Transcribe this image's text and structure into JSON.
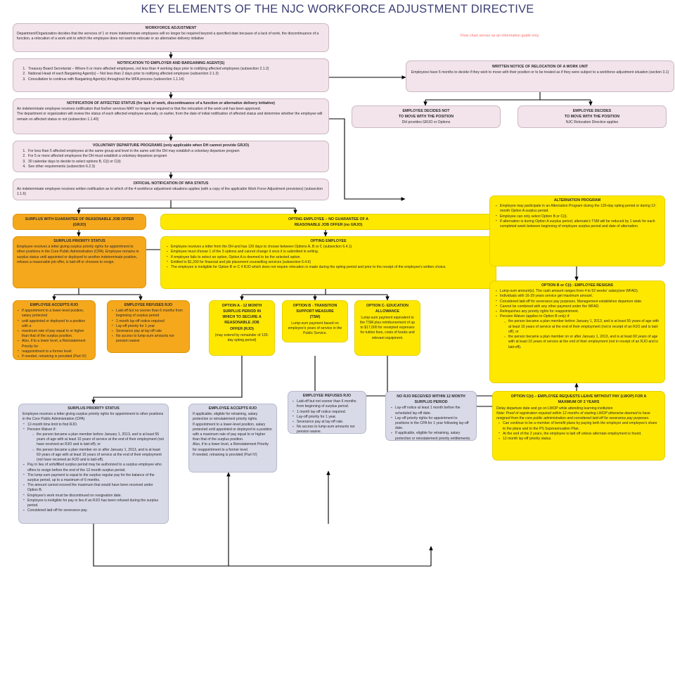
{
  "title": "KEY ELEMENTS OF THE NJC WORKFORCE ADJUSTMENT DIRECTIVE",
  "note": "Flow chart serves as an information guide only.",
  "colors": {
    "title": "#3b3f73",
    "note": "#ff6b6b",
    "pink": "#f2e4ea",
    "lavender": "#d8dae8",
    "yellow": "#ffe800",
    "orange": "#f5a81c",
    "connector": "#000000"
  },
  "nodes": {
    "workforce_adjustment": {
      "header": "WORKFORCE ADJUSTMENT",
      "body": "Department/Organization decides that the services of 1 or more indeterminate employees will no longer be required beyond a specified date because of a lack of work, the discontinuance of a function, a relocation of a work unit to which the employee does not want to relocate or an alternative delivery initiative"
    },
    "notification_employer": {
      "header": "NOTIFICATION TO EMPLOYER AND BARGAINING AGENT(S)",
      "items": [
        "Treasury Board Secretariat – Where 6 or more affected employees, not less than 4 working days prior to notifying affected employees (subsection 2.1.2)",
        "National Head of each Bargaining Agent(s) – Not less than 2 days prior to notifying affected employee (subsection 2.1.3)",
        "Consultation to continue with Bargaining Agent(s) throughout the WFA process (subsection 1.1.14)"
      ]
    },
    "notification_affected": {
      "header": "NOTIFICATION OF AFFECTED STATUS (for lack of work, discontinuance of a function or alternative delivery initiative)",
      "para1": "An indeterminate employee receives notification that his/her services MAY no longer be required or that the relocation of the work unit has been approved.",
      "para2": "The department or organization will review the status of each affected employee annually, or earlier, from the date of initial notification of affected status and determine whether the employee will remain on affected status or not (subsection 1.1.40)"
    },
    "voluntary_departure": {
      "header": "VOLUNTARY DEPARTURE PROGRAMS (only applicable when DH cannot provide GRJO)",
      "items": [
        "For less than 5 affected employees at the same group and level in the same unit the DH may establish a voluntary departure program",
        "For 5 or more affected employees the DH must establish a voluntary departure program",
        "30 calendar days to decide to select options B, C(i) or C(ii)",
        "See other requirements (subsection 6.2.3)"
      ]
    },
    "official_notification": {
      "header": "OFFICIAL NOTIFICATION OF WFA STATUS",
      "body": "An indeterminate employee receives written notification as to which of the 4 workforce adjustment situations applies (with a copy of the applicable Work Force Adjustment provisions) (subsection 1.1.6)"
    },
    "written_notice_relocation": {
      "header": "WRITTEN NOTICE OF RELOCATION OF A WORK UNIT",
      "body": "Employees have 6 months to decide if they wish to move with their position or to be treated as if they were subject to a  workforce adjustment situation (section 3.1)"
    },
    "employee_not_move": {
      "header_lines": [
        "EMPLOYEE DECIDES NOT",
        "TO MOVE WITH THE POSITION"
      ],
      "body": "DH provides GRJO or Options"
    },
    "employee_move": {
      "header_lines": [
        "EMPLOYEE DECIDES",
        "TO MOVE WITH THE POSITION"
      ],
      "body": "NJC Relocation Directive applies"
    },
    "surplus_grjo": {
      "header_lines": [
        "SURPLUS WITH GUARANTEE OF REASONABLE JOB OFFER",
        "(GRJO)"
      ]
    },
    "opting_no_grjo": {
      "header_lines": [
        "OPTING EMPLOYEE – NO GUARANTEE OF A",
        "REASONABLE JOB OFFER (no GRJO)"
      ]
    },
    "surplus_priority_status_top": {
      "header": "SURPLUS PRIORITY STATUS",
      "body": "Employee receives a letter giving surplus priority rights for appointment to other positions in the Core Public Administration (CPA). Employee remains in surplus status until appointed or deployed to another indeterminate position, refuses a reasonable job offer, is laid-off or chooses to resign."
    },
    "opting_employee": {
      "header": "OPTING EMPLOYEE",
      "items": [
        "Employee receives a letter from the DH and has 120 days to choose between Options A, B or C (subsection 6.4.1)",
        "Employee must choose 1 of the 3 options and cannot change it once it is submitted in writing.",
        "If employee fails to select an option, Option A is deemed to be the selected option.",
        "Entitled to $1,200 for financial and job placement counselling services (subsection 6.4.6)",
        "The employee is ineligible for Option B or C if RJO which does not require relocation is made during the opting period and prior to the receipt of the employee's written choice."
      ]
    },
    "alternation_program": {
      "header": "ALTERNATION PROGRAM",
      "items": [
        "Employee may participate in an Alternation Program during the 120-day opting period or during 12-month Option A surplus period.",
        "Employee can only select Option B or C(i).",
        "If alternation is during Option A surplus period, alternate's TSM will be reduced by 1 week for each completed week between beginning of employee surplus period and date of alternation."
      ]
    },
    "option_b_resigns": {
      "header": "OPTION B or C(i) - EMPLOYEE RESIGNS",
      "items": [
        "Lump-sum amount(s). The cash amount ranges from 4 to 52 weeks' salary(see WFAD).",
        "Individuals with 16-29 years service get maximum amount.",
        "Considered laid-off for severance pay purposes. Management establishes departure date.",
        "Cannot be combined with any other payment under the WFAD.",
        "Relinquishes any priority rights for reappointment.",
        "Pension Waiver (applies to Option B only) if:"
      ],
      "subitems": [
        "the person became a plan member before January 1, 2013, and is at least 55 years of age with at least 10 years of service at the end of their employment (not in receipt of an RJO and is laid-off); or",
        "the person became a plan member on or after January 1, 2013, and is at least 60 years of age with at least 10 years of service at the end of their employment (not in receipt of an RJO and is laid-off)."
      ]
    },
    "employee_accepts_rjo_top": {
      "header": "EMPLOYEE ACCEPTS RJO",
      "items": [
        "If appointment to a lower-level position, salary protected",
        "until appointed or deployed to a position with a",
        "maximum rate of pay equal to or higher than that of the surplus position.",
        "Also, if to a lower level, a Reinstatement Priority for",
        "reappointment to a former level.",
        "If needed, retraining is provided (Part IV)"
      ]
    },
    "employee_refuses_rjo_top": {
      "header": "EMPLOYEE REFUSES RJO",
      "items": [
        "Laid-off but no sooner than 6 months from beginning of surplus period",
        "1 month lay-off notice required",
        "Lay-off priority for 1 year",
        "Severance pay at lay-off rate",
        "No access to lump-sum amounts nor pension waiver"
      ]
    },
    "option_a": {
      "header_lines": [
        "OPTION A - 12 MONTH",
        "SURPLUS PERIOD IN",
        "WHICH TO SECURE A",
        "REASONABLE JOB",
        "OFFER (RJO)"
      ],
      "body": "(may extend by remainder of 120-day opting period)"
    },
    "option_b": {
      "header_lines": [
        "OPTION B - TRANSITION",
        "SUPPORT MEASURE",
        "(TSM)"
      ],
      "body": "Lump-sum payment based on employee's years of service in the Public Service."
    },
    "option_c": {
      "header_lines": [
        "OPTION C- EDUCATION",
        "ALLOWANCE"
      ],
      "body": "Lump-sum payment equivalent to the TSM plus reimbursement of up to $17,000 for receipted expenses for tuition fees, costs of books and relevant equipment."
    },
    "surplus_priority_status_bottom": {
      "header": "SURPLUS PRIORITY STATUS",
      "intro": "Employee receives a letter giving surplus priority rights for appointment to other positions in the Core Public Administration (CPA)",
      "items": [
        "12-month time limit to find RJO.",
        "Pension Waiver if:"
      ],
      "subitems": [
        "the person became a plan member before January 1, 2013, and is at least 55 years of age with at least 10 years of service at the end of their employment (not have received an RJO and is laid-off); or",
        "the person became a plan member on or after January 1, 2013, and is at least 60 years of age with at least 10 years of service at the end of their employment (not have received an RJO and is laid-off)."
      ],
      "items2": [
        "Pay in lieu of unfulfilled surplus period may be authorized to a surplus employee who offers to resign before the end of the 12-month surplus period.",
        "The lump-sum payment is equal to the surplus regular pay for the balance of the surplus period, up to a maximum of 6 months.",
        "The amount cannot exceed the maximum that would have been received under Option B.",
        "Employee's work must be discontinued on resignation date.",
        "Employee is ineligible for pay in lieu if an RJO has been refused during the surplus period.",
        "Considered laid-off for severance pay."
      ]
    },
    "employee_accepts_rjo_bottom": {
      "header": "EMPLOYEE ACCEPTS RJO",
      "items": [
        "If applicable, eligible for retraining, salary protection or reinstatement priority rights.",
        "If appointment to a lower-level position, salary protected until appointed or deployed to a position with a maximum rate of pay equal to or higher than that of the surplus position.",
        "Also, if to a lower level, a Reinstatement Priority for reappointment to a former level.",
        "If needed, retraining is provided (Part IV)"
      ]
    },
    "employee_refuses_rjo_bottom": {
      "header": "EMPLOYEE REFUSES RJO",
      "items": [
        "Laid-off but not sooner than 6 months from beginning of surplus period.",
        "1 month lay-off notice required.",
        "Lay-off priority for 1 year.",
        "Severance pay at lay-off rate.",
        "No access to lump-sum amounts nor pension waiver."
      ]
    },
    "no_rjo_received": {
      "header_lines": [
        "NO RJO RECEIVED WITHIN 12 MONTH",
        "SURPLUS PERIOD"
      ],
      "items": [
        "Lay-off notice at least 1 month before the scheduled lay-off date.",
        "Lay-off priority rights for appointment to positions in the CPA for 1 year following lay-off date.",
        "If applicable, eligible for retraining, salary protection or reinstatement priority entitlements."
      ]
    },
    "option_cii_lwop": {
      "header_lines": [
        "OPTION C(ii) – EMPLOYEE REQUESTS LEAVE WITHOUT PAY (LWOP) FOR A",
        "MAXIMUM OF 2 YEARS"
      ],
      "intro": "Delay departure date and go on LWOP while attending learning institution",
      "note_italic": "Note: Proof of registration required within 12 months of starting LWOP otherwise deemed to have resigned from the core public administration and considered laid-off for severance pay purposes.",
      "items": [
        "Can continue to be a member of benefit plans by paying both the employer and employee's share to the plans and to the PS Superannuation Plan.",
        "At the end of the 2 years, the employee is laid off unless alternate employment is found.",
        "12 month lay-off priority status."
      ]
    }
  }
}
